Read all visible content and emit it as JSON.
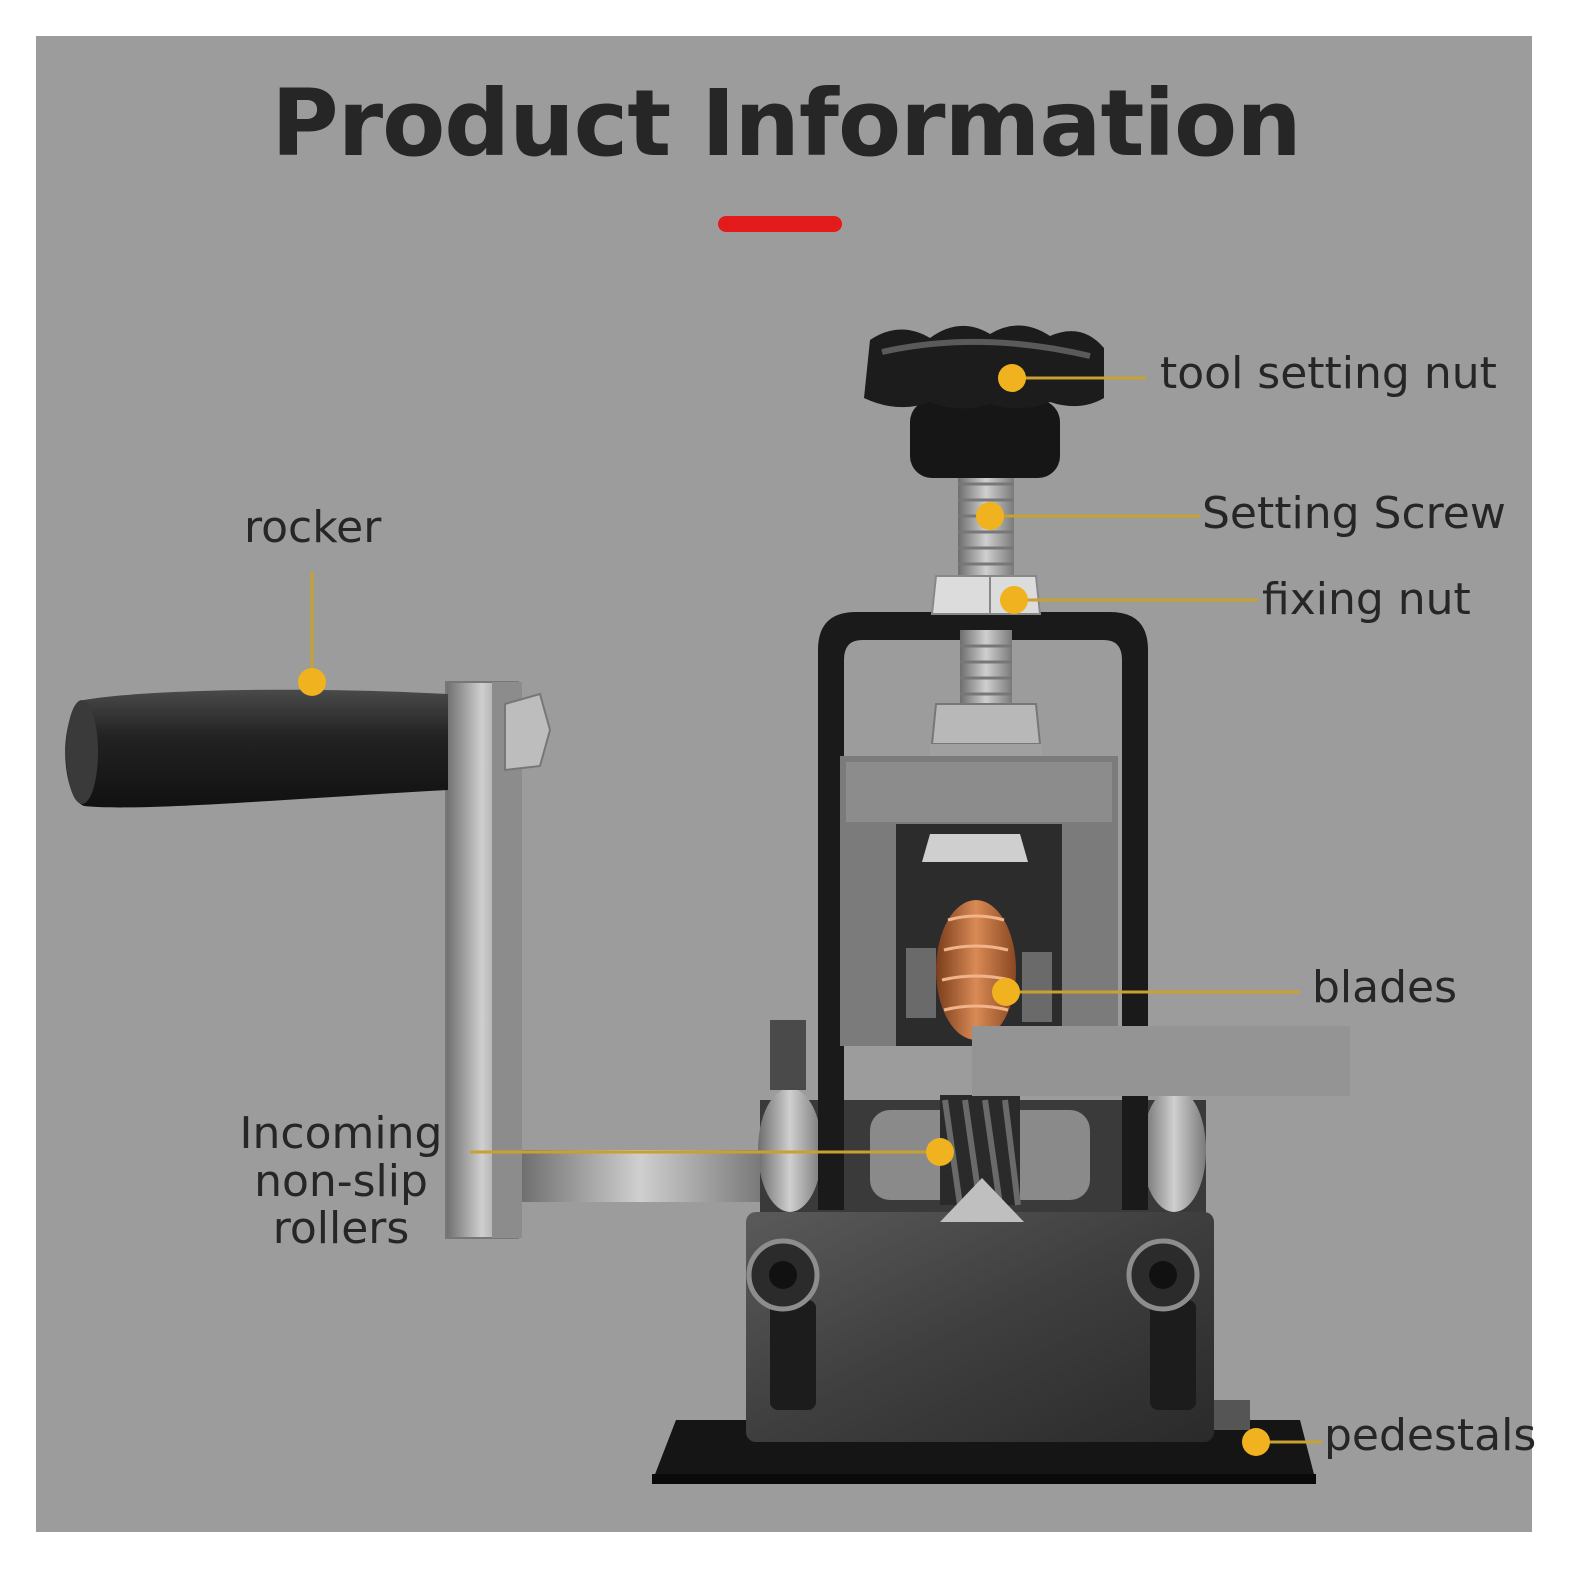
{
  "title": "Product Information",
  "colors": {
    "background": "#9c9c9c",
    "title_accent": "#e31b1b",
    "leader_dot": "#f0b21f",
    "leader_line": "#c9a032"
  },
  "labels": {
    "tool_setting_nut": "tool setting nut",
    "setting_screw": "Setting Screw",
    "fixing_nut": "fixing nut",
    "rocker": "rocker",
    "blades": "blades",
    "rollers_line1": "Incoming",
    "rollers_line2": "non-slip",
    "rollers_line3": "rollers",
    "pedestals": "pedestals"
  }
}
